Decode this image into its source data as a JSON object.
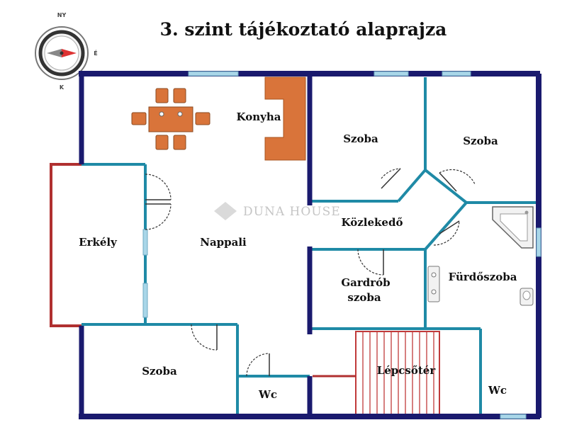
{
  "title": "3. szint tájékoztató alaprajza",
  "watermark": "DUNA HOUSE",
  "compass": {
    "north": "NY",
    "east": "É",
    "south": "K"
  },
  "rooms": {
    "konyha": "Konyha",
    "szoba_top_mid": "Szoba",
    "szoba_top_right": "Szoba",
    "kozlekedo": "Közlekedő",
    "erkely": "Erkély",
    "nappali": "Nappali",
    "gardrob_line1": "Gardrób",
    "gardrob_line2": "szoba",
    "furdoszoba": "Fürdőszoba",
    "szoba_bottom": "Szoba",
    "wc_mid": "Wc",
    "lepcsoter": "Lépcsőtér",
    "wc_right": "Wc"
  },
  "colors": {
    "outer_wall": "#1a1a6e",
    "inner_wall": "#1f8aa6",
    "balcony": "#b03030",
    "kitchen": "#d9743a",
    "furniture": "#d9743a",
    "window": "#a9d6e8"
  }
}
